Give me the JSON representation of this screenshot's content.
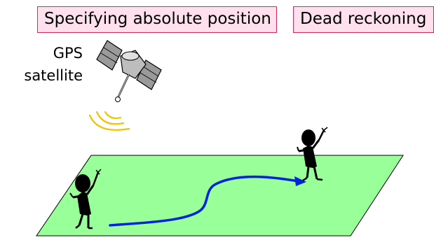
{
  "labels": {
    "absolute_position": "Specifying absolute position",
    "dead_reckoning": "Dead reckoning"
  },
  "satellite": {
    "label_line1": "GPS",
    "label_line2": "satellite"
  },
  "colors": {
    "label_fill": "#ffe0ec",
    "label_border": "#d42a5a",
    "ground_fill": "#99ff99",
    "path_stroke": "#0022dd",
    "signal_waves": "#f2c200",
    "figure_fill": "#000000"
  },
  "icons": {
    "satellite": "gps-satellite-icon",
    "signal": "signal-waves-icon",
    "person_start": "person-figure-icon",
    "person_end": "person-figure-icon"
  }
}
